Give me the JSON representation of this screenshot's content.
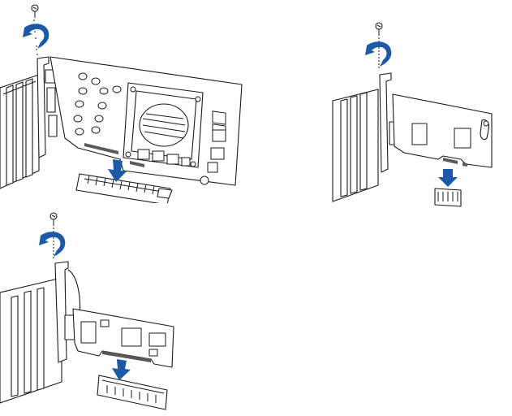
{
  "colors": {
    "arrow": "#1c5aa8",
    "line": "#1a1a1a",
    "background": "#ffffff"
  },
  "panels": [
    {
      "name": "graphics-card-install",
      "card": "graphics-card"
    },
    {
      "name": "x1-card-install",
      "card": "x1-expansion-card"
    },
    {
      "name": "x4-card-install",
      "card": "x4-expansion-card"
    }
  ],
  "icons": [
    "screw-icon",
    "rotate-arrow-icon",
    "insert-arrow-icon"
  ]
}
